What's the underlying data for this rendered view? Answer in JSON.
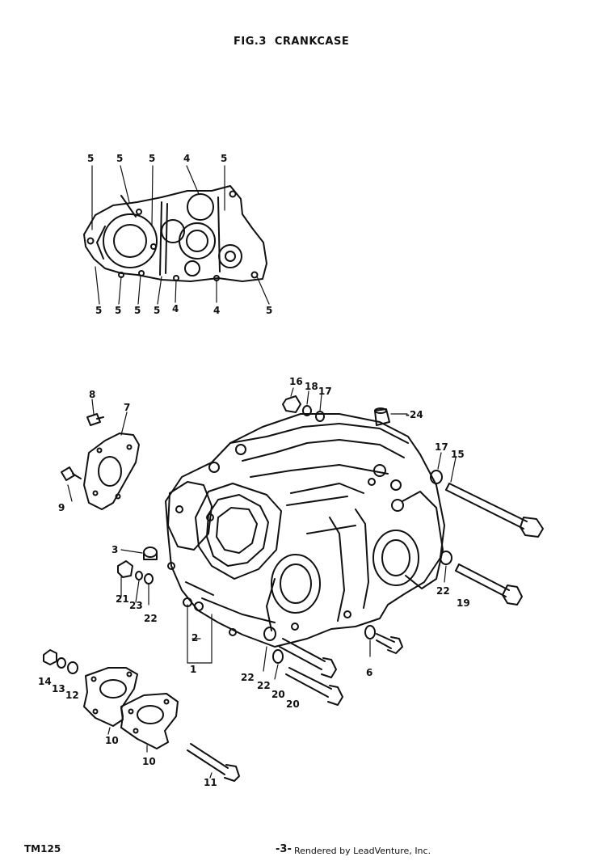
{
  "title": {
    "fig": "FIG.3",
    "name": "CRANKCASE"
  },
  "top_view_labels": {
    "top": [
      "5",
      "5",
      "5",
      "4",
      "5"
    ],
    "bottom": [
      "5",
      "5",
      "5",
      "5",
      "4",
      "4",
      "5"
    ]
  },
  "part_labels": {
    "p1": "1",
    "p2": "2",
    "p3": "3",
    "p6": "6",
    "p7": "7",
    "p8": "8",
    "p9": "9",
    "p10a": "10",
    "p10b": "10",
    "p11": "11",
    "p12": "12",
    "p13": "13",
    "p14": "14",
    "p15": "15",
    "p16": "16",
    "p17a": "17",
    "p17b": "17",
    "p18": "18",
    "p19": "19",
    "p20a": "20",
    "p20b": "20",
    "p21": "21",
    "p22a": "22",
    "p22b": "22",
    "p22c": "22",
    "p22d": "22",
    "p23": "23",
    "p24": "-24"
  },
  "footer": {
    "model": "TM125",
    "page": "-3-",
    "rendered": "Rendered by LeadVenture, Inc."
  }
}
